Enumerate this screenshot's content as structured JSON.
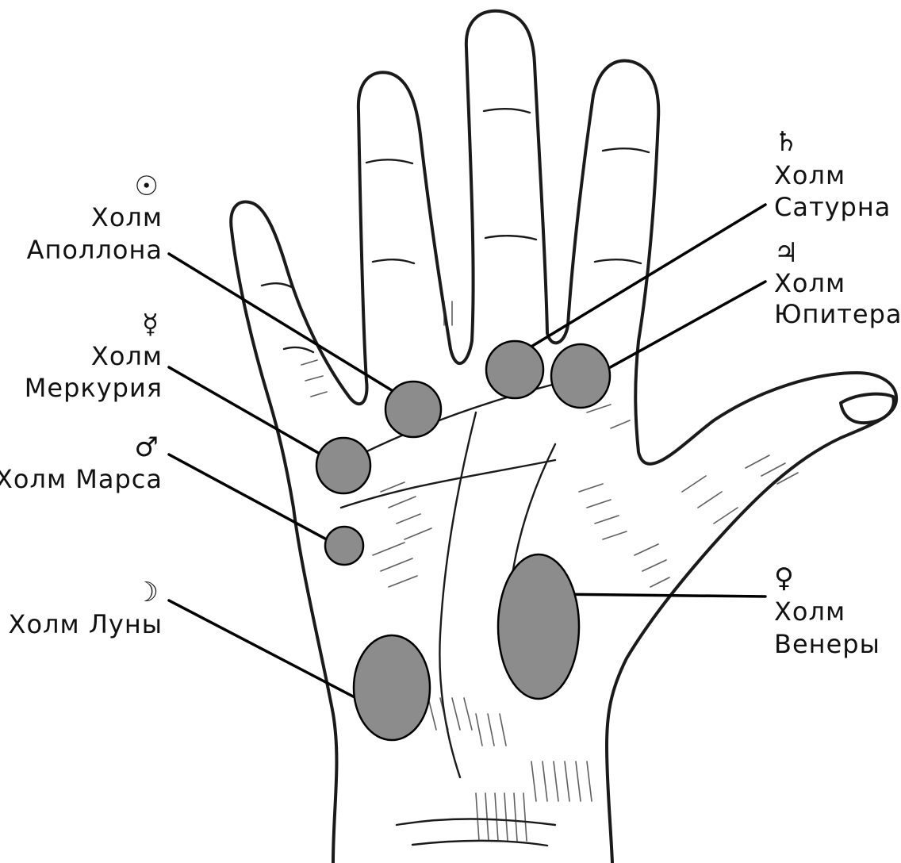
{
  "colors": {
    "mount_fill": "#8c8c8c",
    "ink": "#111111",
    "background": "#ffffff"
  },
  "mounts": [
    {
      "id": "apollo",
      "symbol": "☉",
      "symbol_icon": "sun-icon",
      "lines": [
        "Холм",
        "Аполлона"
      ]
    },
    {
      "id": "mercury",
      "symbol": "☿",
      "symbol_icon": "mercury-icon",
      "lines": [
        "Холм",
        "Меркурия"
      ]
    },
    {
      "id": "mars",
      "symbol": "♂",
      "symbol_icon": "mars-icon",
      "lines": [
        "Холм Марса"
      ]
    },
    {
      "id": "moon",
      "symbol": "☽",
      "symbol_icon": "moon-icon",
      "lines": [
        "Холм Луны"
      ]
    },
    {
      "id": "saturn",
      "symbol": "♄",
      "symbol_icon": "saturn-icon",
      "lines": [
        "Холм",
        "Сатурна"
      ]
    },
    {
      "id": "jupiter",
      "symbol": "♃",
      "symbol_icon": "jupiter-icon",
      "lines": [
        "Холм",
        "Юпитера"
      ]
    },
    {
      "id": "venus",
      "symbol": "♀",
      "symbol_icon": "venus-icon",
      "lines": [
        "Холм",
        "Венеры"
      ]
    }
  ]
}
